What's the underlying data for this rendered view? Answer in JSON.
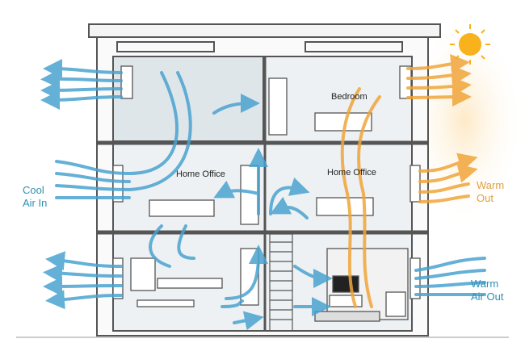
{
  "labels": {
    "cool_in": [
      "Cool",
      "Air In"
    ],
    "warm_out": [
      "Warm",
      "Out"
    ],
    "warm_air_out": [
      "Warm",
      "Air Out"
    ]
  },
  "rooms": {
    "bedroom": "Bedroom",
    "office_left": "Home Office",
    "office_right": "Home Office"
  },
  "colors": {
    "cool": "#4aa3cf",
    "warm": "#f0a53a",
    "sun": "#f7b21c",
    "wall": "#555555"
  }
}
